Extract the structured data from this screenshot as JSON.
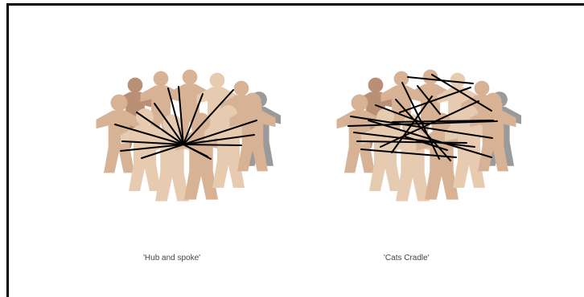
{
  "panels": [
    {
      "caption": "'Hub and spoke'",
      "network": "hub-and-spoke"
    },
    {
      "caption": "'Cats Cradle'",
      "network": "cats-cradle"
    }
  ],
  "colors": {
    "border": "#000000",
    "background": "#ffffff",
    "figure_light": "#e7cbb0",
    "figure_mid": "#d7b294",
    "figure_dark": "#b98f76",
    "figure_shadow": "#9a9a9a",
    "lines": "#000000",
    "caption": "#444444"
  }
}
